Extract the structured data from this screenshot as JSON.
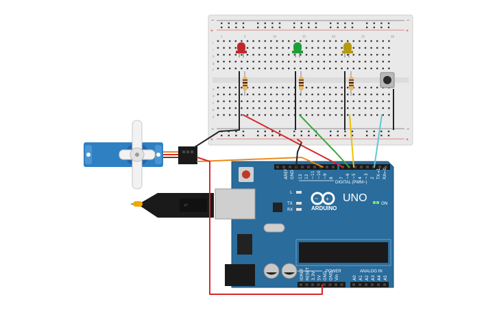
{
  "breadboard": {
    "row_labels_top": [
      "j",
      "i",
      "h",
      "g",
      "f"
    ],
    "row_labels_bottom": [
      "e",
      "d",
      "c",
      "b",
      "a"
    ],
    "column_numbers": [
      "1",
      "5",
      "10",
      "15",
      "20",
      "25",
      "30"
    ],
    "rail_plus": "+",
    "rail_minus": "−"
  },
  "leds": [
    {
      "color_name": "red",
      "color": "#c0282a"
    },
    {
      "color_name": "green",
      "color": "#1e9e38"
    },
    {
      "color_name": "yellow",
      "color": "#b69a10"
    }
  ],
  "resistor_color": "#e8b86a",
  "arduino": {
    "board_color": "#2a6c9c",
    "brand": "ARDUINO",
    "model": "UNO",
    "on_label": "ON",
    "digital_label": "DIGITAL (PWM~)",
    "power_label": "POWER",
    "analog_label": "ANALOG IN",
    "aref": "AREF",
    "gnd": "GND",
    "digital_pins": [
      "13",
      "12",
      "~11",
      "~10",
      "~9",
      "8",
      "7",
      "~6",
      "~5",
      "4",
      "~3",
      "2",
      "TX→1",
      "RX←0"
    ],
    "power_pins": [
      "IOREF",
      "RESET",
      "3.3V",
      "5V",
      "GND",
      "GND",
      "Vin"
    ],
    "analog_pins": [
      "A0",
      "A1",
      "A2",
      "A3",
      "A4",
      "A5"
    ],
    "led_labels": [
      "L",
      "TX",
      "RX"
    ]
  },
  "wires": {
    "red": "#d62728",
    "green": "#3aa63a",
    "yellow": "#f0c000",
    "cyan": "#5fc6d6",
    "orange": "#e8891a",
    "black": "#222222"
  },
  "servo": {
    "color": "#2f7fc3",
    "horn_color": "#f2f2f2"
  },
  "usb_cable": {
    "color": "#1a1a1a"
  }
}
